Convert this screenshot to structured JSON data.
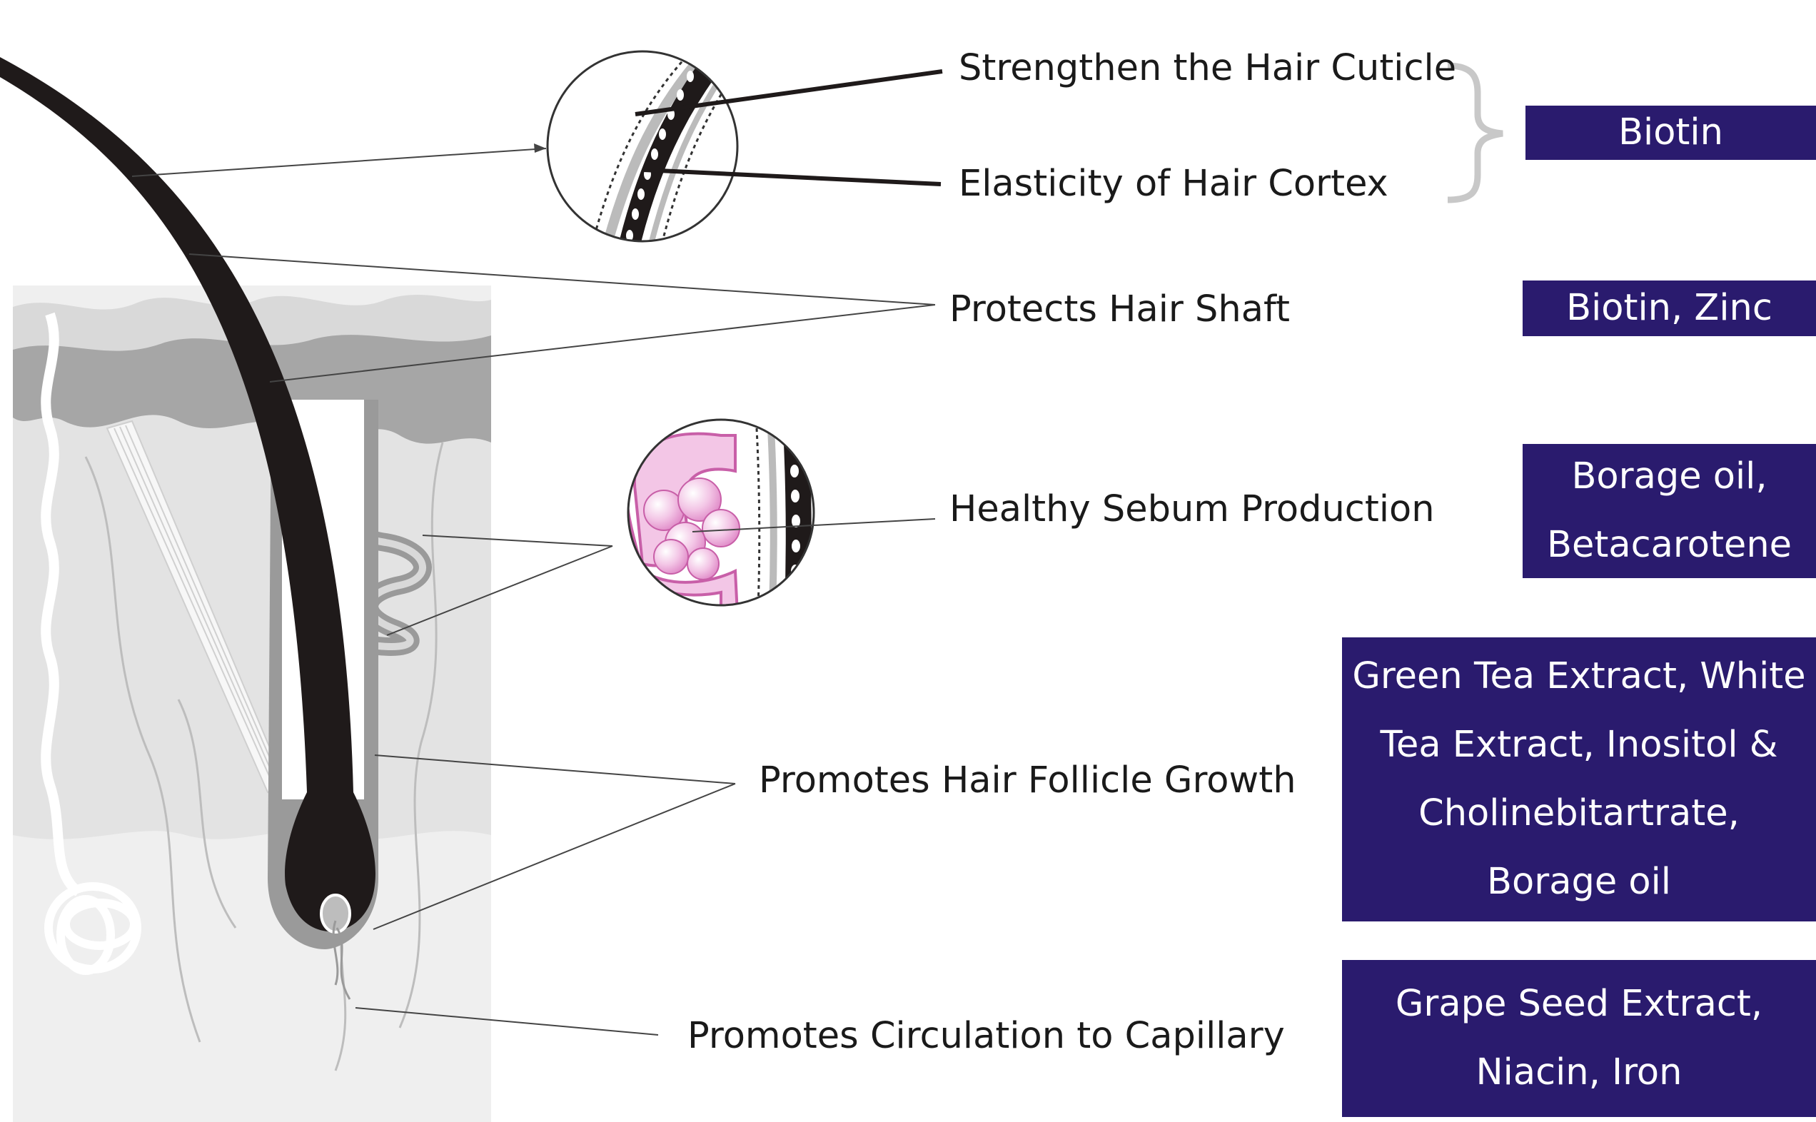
{
  "labels": {
    "cuticle": "Strengthen the Hair Cuticle",
    "cortex": "Elasticity of Hair Cortex",
    "shaft": "Protects Hair Shaft",
    "sebum": "Healthy Sebum Production",
    "follicle": "Promotes Hair Follicle Growth",
    "capillary": "Promotes Circulation to Capillary"
  },
  "boxes": {
    "biotin": [
      "Biotin"
    ],
    "biotin_zinc": [
      "Biotin, Zinc"
    ],
    "borage": [
      "Borage oil,",
      "Betacarotene"
    ],
    "tea": [
      "Green Tea Extract, White",
      "Tea Extract, Inositol &",
      "Cholinebitartrate,",
      "Borage oil"
    ],
    "grape": [
      "Grape Seed Extract,",
      "Niacin, Iron"
    ]
  },
  "colors": {
    "box_bg": "#2a1b6e",
    "skin_top": "#d9d9d9",
    "epidermis": "#a6a6a6",
    "dermis": "#e3e3e3",
    "hypodermis": "#efefef",
    "hair": "#1f1a1a",
    "sebaceous": "#e7a6d6"
  }
}
